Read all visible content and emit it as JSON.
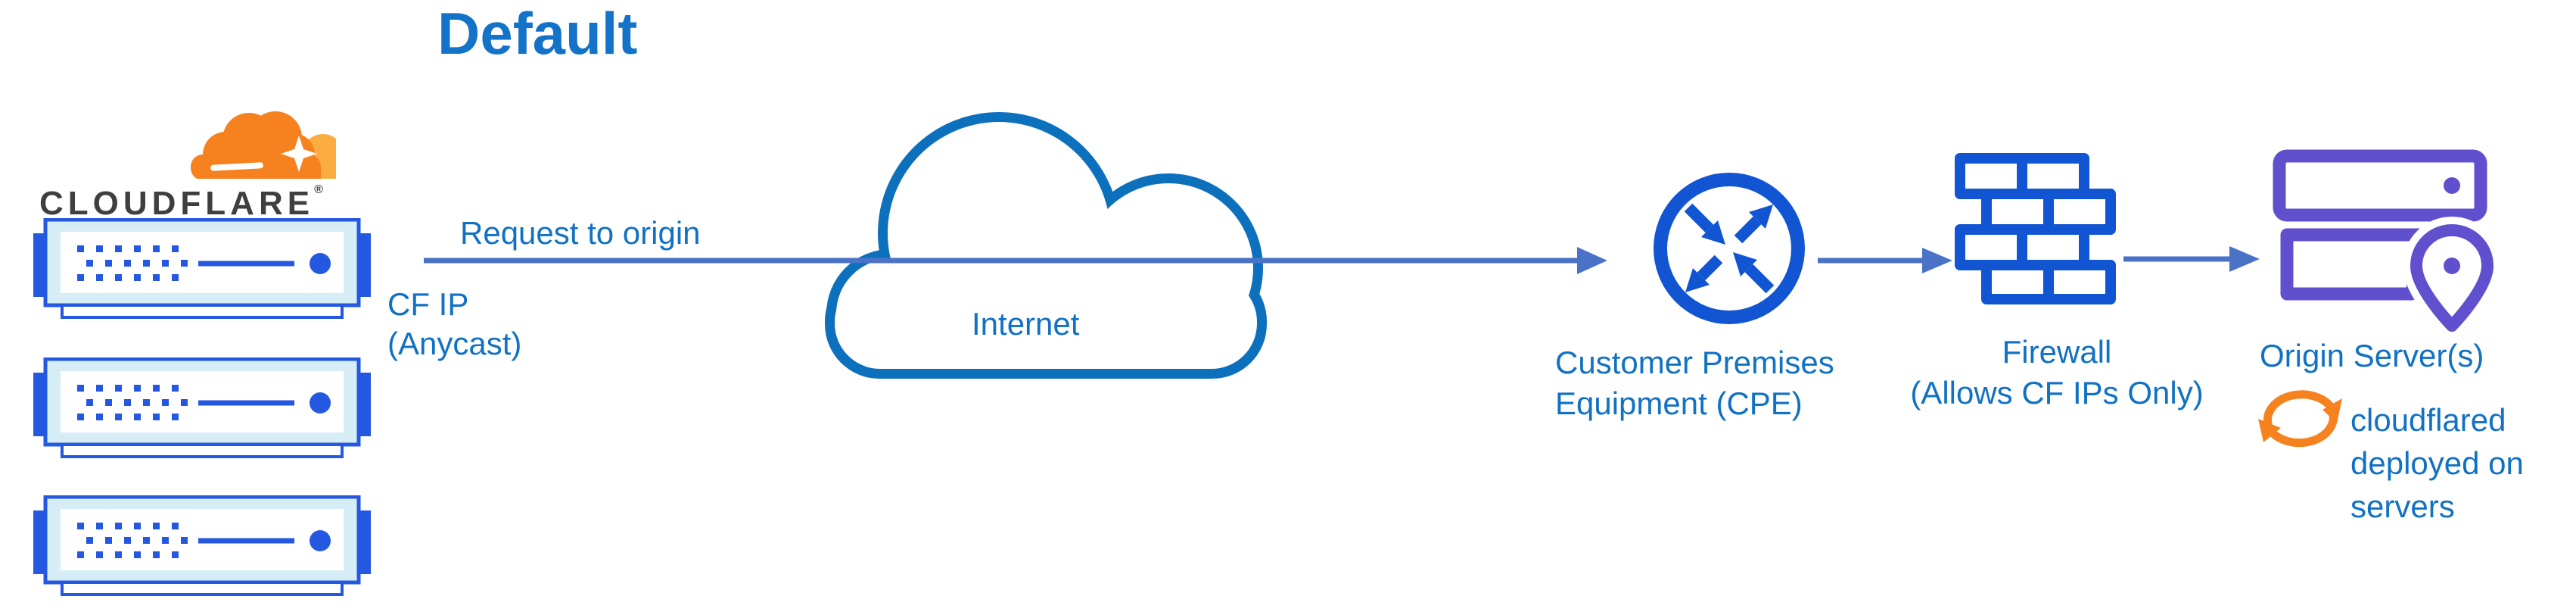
{
  "title": "Default",
  "logo": {
    "wordmark": "CLOUDFLARE",
    "registered_mark": "®"
  },
  "edge": {
    "request_label": "Request to origin",
    "ip_label_line1": "CF IP",
    "ip_label_line2": "(Anycast)"
  },
  "internet": {
    "label": "Internet"
  },
  "cpe": {
    "label_line1": "Customer Premises",
    "label_line2": "Equipment (CPE)"
  },
  "firewall": {
    "label_line1": "Firewall",
    "label_line2": "(Allows CF IPs Only)"
  },
  "origin": {
    "label": "Origin Server(s)",
    "note_line1": "cloudflared",
    "note_line2": "deployed on",
    "note_line3": "servers"
  },
  "icons": {
    "cloudflare-logo-icon": "orange cloudflare cloud",
    "edge-server-icon": "blue rack server (x3)",
    "internet-cloud-icon": "blue outline cloud",
    "cpe-router-icon": "circle with four diagonal arrows",
    "firewall-icon": "blue brick wall",
    "origin-servers-icon": "purple stacked servers with location pin",
    "cloudflared-sync-icon": "orange circular sync arrows"
  },
  "colors": {
    "caption_blue": "#1171c3",
    "title_blue": "#1273c8",
    "connector_blue": "#4a73c8",
    "cloud_stroke_blue": "#0d70bd",
    "icon_royal_blue": "#1155d3",
    "server_blue": "#2458e0",
    "server_fill": "#d7edf5",
    "origin_purple": "#6150ce",
    "brand_orange": "#f6821f",
    "brand_orange_light": "#fbad41",
    "wordmark_charcoal": "#3f3f41"
  }
}
